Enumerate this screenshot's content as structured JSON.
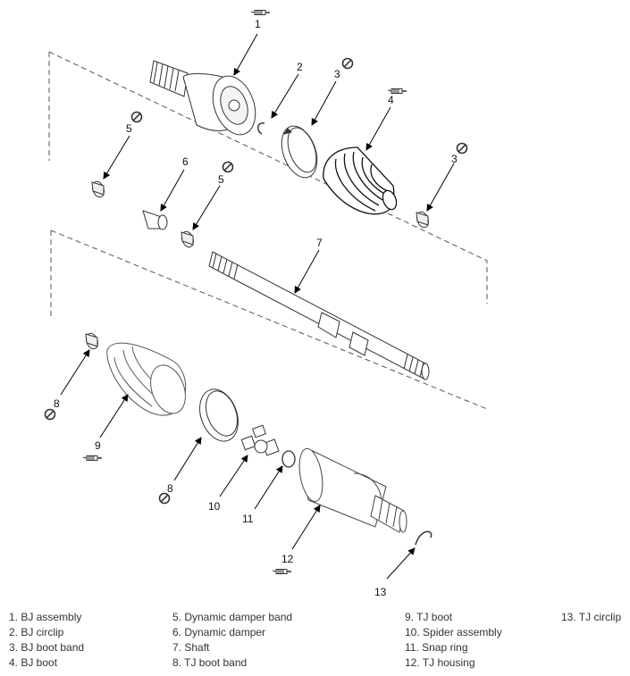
{
  "callouts": [
    "1",
    "2",
    "3",
    "4",
    "5",
    "6",
    "5",
    "7",
    "8",
    "9",
    "8",
    "10",
    "11",
    "12",
    "13",
    "3"
  ],
  "legend": {
    "col1": [
      "1. BJ assembly",
      "2. BJ circlip",
      "3. BJ boot band",
      "4. BJ boot"
    ],
    "col2": [
      "5. Dynamic damper band",
      "6. Dynamic damper",
      "7. Shaft",
      "8. TJ boot band"
    ],
    "col3": [
      "9. TJ boot",
      "10. Spider assembly",
      "11. Snap ring",
      "12. TJ housing"
    ],
    "col4": [
      "13. TJ circlip"
    ]
  },
  "icons": [
    "grease-icon",
    "do-not-reuse-icon"
  ]
}
